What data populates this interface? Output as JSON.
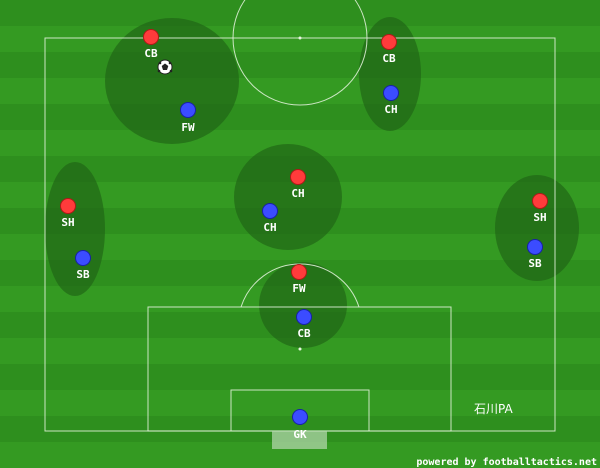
{
  "area_label": "石川PA",
  "credit": "powered by footballtactics.net",
  "ball": "soccer-ball-icon",
  "team_colors": {
    "red": "#ff3b3b",
    "blue": "#3b4cff"
  },
  "players": [
    {
      "id": "red-cb-left",
      "team": "red",
      "pos": "CB"
    },
    {
      "id": "red-cb-right",
      "team": "red",
      "pos": "CB"
    },
    {
      "id": "blue-fw",
      "team": "blue",
      "pos": "FW"
    },
    {
      "id": "blue-ch-right",
      "team": "blue",
      "pos": "CH"
    },
    {
      "id": "red-sh-left",
      "team": "red",
      "pos": "SH"
    },
    {
      "id": "blue-sb-left",
      "team": "blue",
      "pos": "SB"
    },
    {
      "id": "red-ch",
      "team": "red",
      "pos": "CH"
    },
    {
      "id": "blue-ch-center",
      "team": "blue",
      "pos": "CH"
    },
    {
      "id": "red-sh-right",
      "team": "red",
      "pos": "SH"
    },
    {
      "id": "blue-sb-right",
      "team": "blue",
      "pos": "SB"
    },
    {
      "id": "red-fw",
      "team": "red",
      "pos": "FW"
    },
    {
      "id": "blue-cb",
      "team": "blue",
      "pos": "CB"
    },
    {
      "id": "blue-gk",
      "team": "blue",
      "pos": "GK"
    }
  ]
}
